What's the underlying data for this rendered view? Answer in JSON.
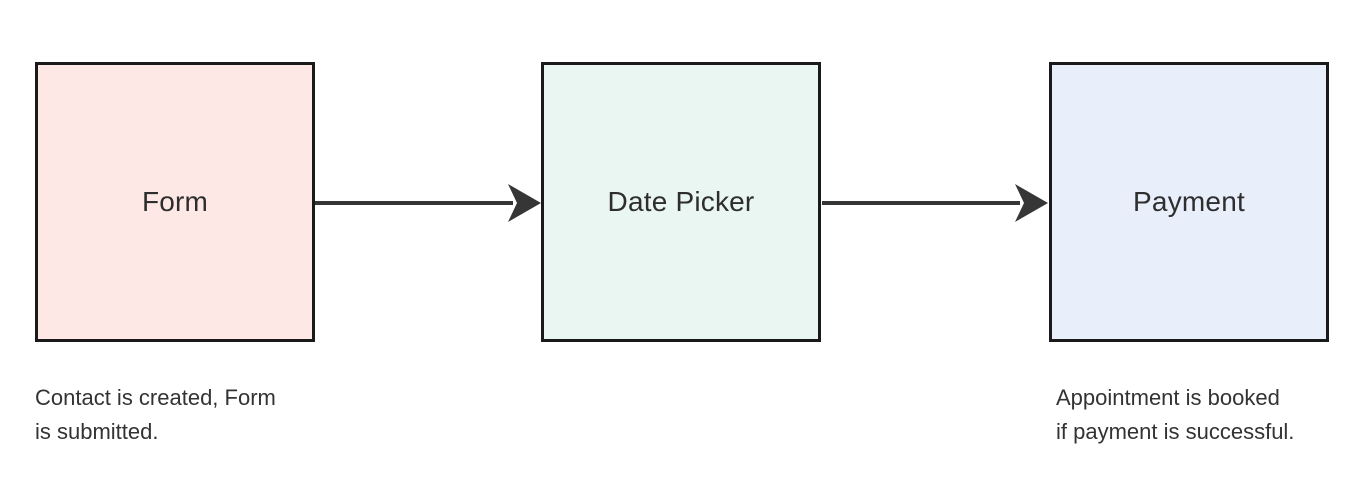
{
  "diagram": {
    "title": "booking-flow",
    "colors": {
      "background": "#ffffff",
      "node_border": "#1a1a1a",
      "arrow": "#363636",
      "label_text": "#2e2e2e",
      "caption_text": "#333333",
      "form_fill": "#fde8e6",
      "date_picker_fill": "#eaf6f1",
      "payment_fill": "#e9eefb"
    },
    "nodes": [
      {
        "id": "form",
        "label": "Form",
        "fill": "#fde8e6"
      },
      {
        "id": "date-picker",
        "label": "Date Picker",
        "fill": "#eaf6f1"
      },
      {
        "id": "payment",
        "label": "Payment",
        "fill": "#e9eefb"
      }
    ],
    "connections": [
      {
        "from": "Form",
        "to": "Date Picker",
        "direction": "right"
      },
      {
        "from": "Date Picker",
        "to": "Payment",
        "direction": "right"
      }
    ],
    "captions": [
      {
        "attached_to": "form",
        "text": "Contact is created, Form is submitted.",
        "lines": [
          "Contact is created, Form",
          "is submitted."
        ]
      },
      {
        "attached_to": "payment",
        "text": "Appointment is booked if payment is successful.",
        "lines": [
          "Appointment is booked",
          "if payment is successful."
        ]
      }
    ]
  }
}
